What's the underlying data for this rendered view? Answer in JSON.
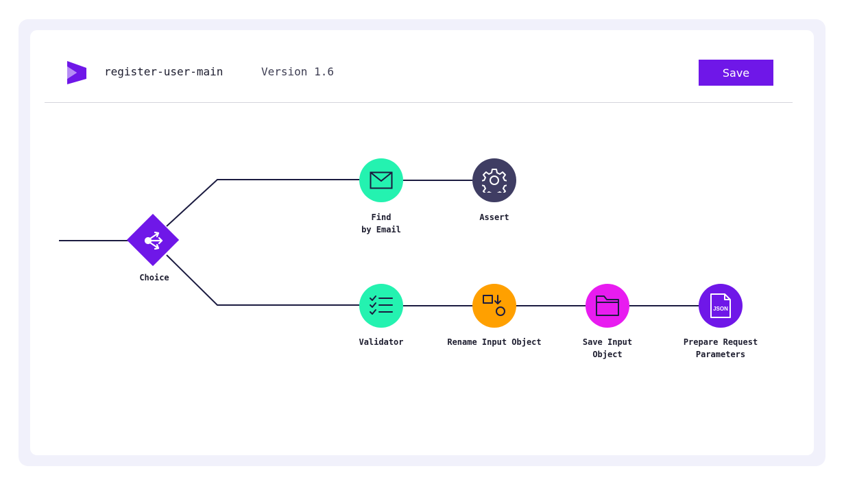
{
  "header": {
    "flow_name": "register-user-main",
    "version": "Version 1.6",
    "save_label": "Save",
    "logo_icon": "brand-logo-icon"
  },
  "colors": {
    "accent": "#6f17e8",
    "mint": "#24f2b0",
    "slate": "#3f3d63",
    "orange": "#ffa000",
    "magenta": "#e81cf0",
    "edge": "#1b1b40"
  },
  "diagram": {
    "choice": {
      "label": "Choice",
      "icon": "split-arrows-icon"
    },
    "nodes": {
      "find_by_email": {
        "label": "Find\nby Email",
        "icon": "envelope-icon"
      },
      "assert": {
        "label": "Assert",
        "icon": "gear-icon"
      },
      "validator": {
        "label": "Validator",
        "icon": "checklist-icon"
      },
      "rename_input": {
        "label": "Rename Input Object",
        "icon": "rename-shapes-icon"
      },
      "save_input": {
        "label": "Save Input\nObject",
        "icon": "folder-icon"
      },
      "prepare_request": {
        "label": "Prepare Request\nParameters",
        "icon": "json-file-icon",
        "badge": "JSON"
      }
    }
  }
}
